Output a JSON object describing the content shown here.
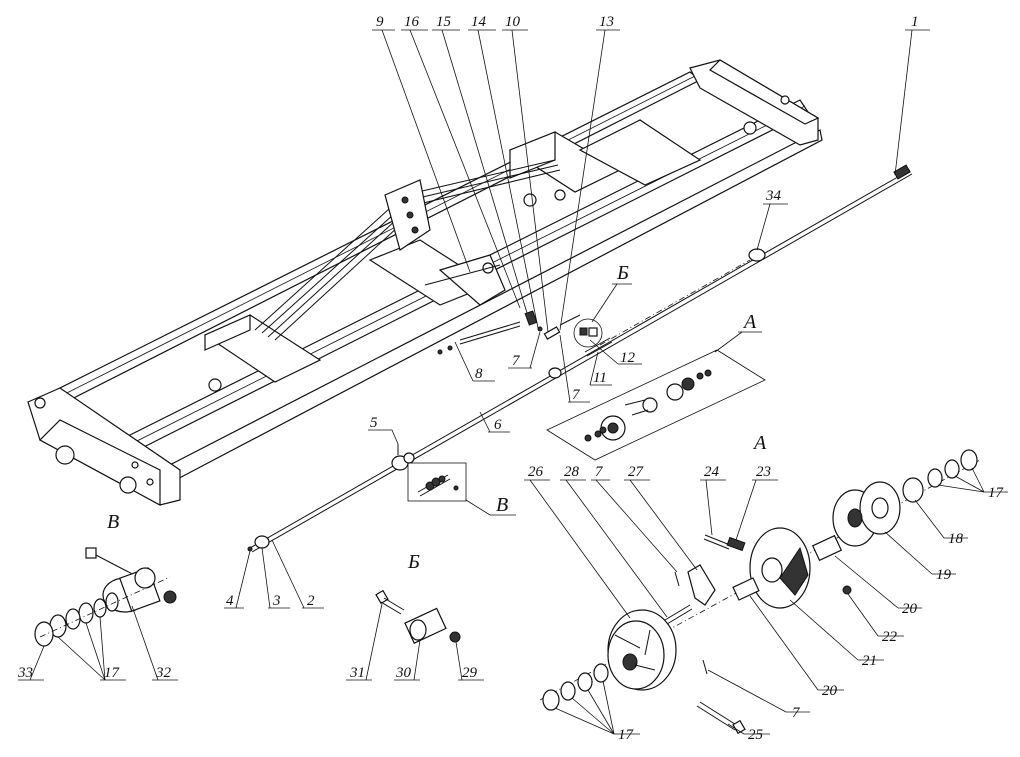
{
  "callouts": {
    "c1": "1",
    "c2": "2",
    "c3": "3",
    "c4": "4",
    "c5": "5",
    "c6": "6",
    "c7": "7",
    "c8": "8",
    "c9": "9",
    "c10": "10",
    "c11": "11",
    "c12": "12",
    "c13": "13",
    "c14": "14",
    "c15": "15",
    "c16": "16",
    "c17": "17",
    "c18": "18",
    "c19": "19",
    "c20": "20",
    "c21": "21",
    "c22": "22",
    "c23": "23",
    "c24": "24",
    "c25": "25",
    "c26": "26",
    "c27": "27",
    "c28": "28",
    "c29": "29",
    "c30": "30",
    "c31": "31",
    "c32": "32",
    "c33": "33",
    "c34": "34"
  },
  "views": {
    "A": "А",
    "B": "Б",
    "V": "В"
  }
}
